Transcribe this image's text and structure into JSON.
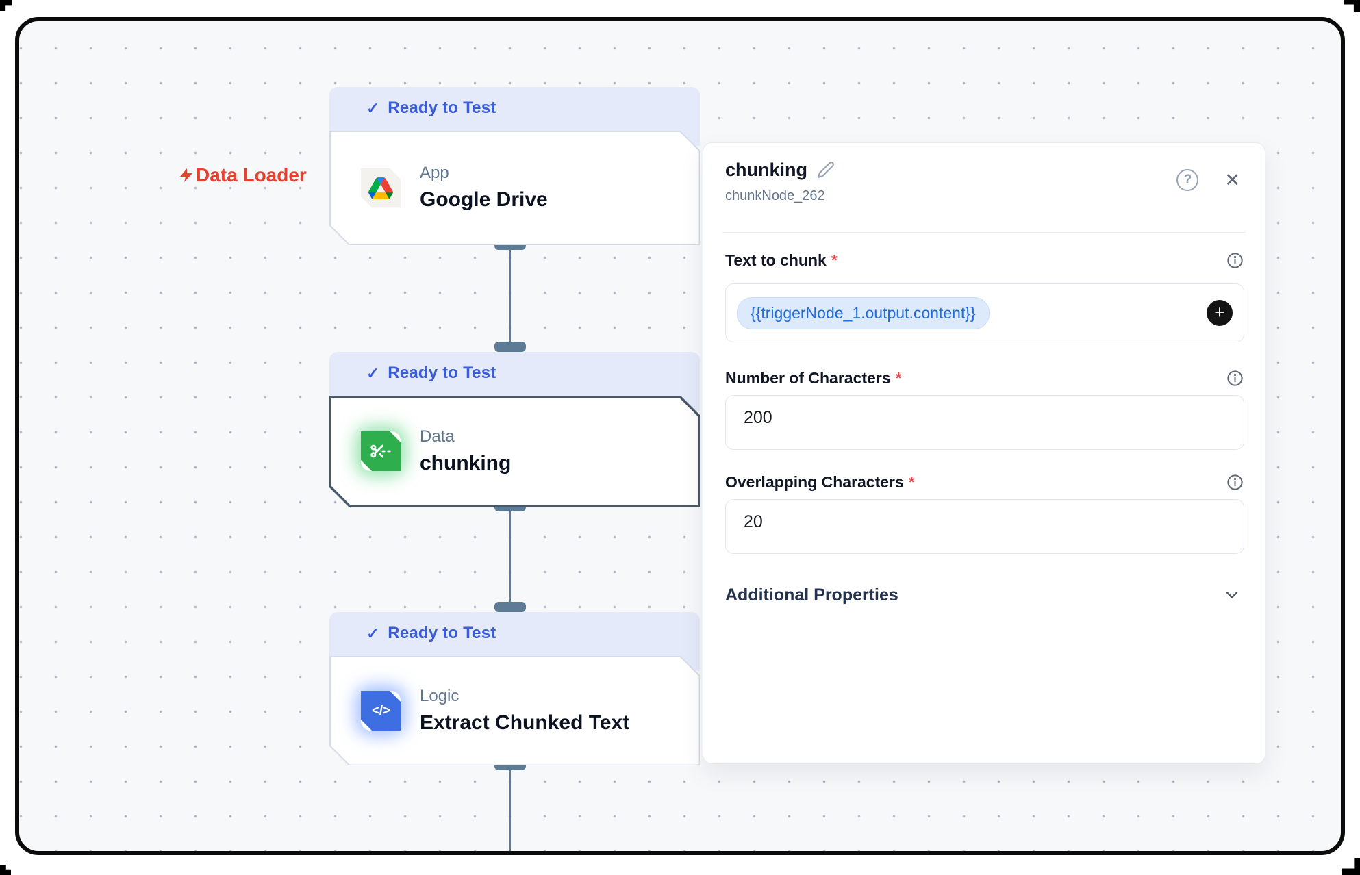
{
  "colors": {
    "accent_blue": "#3a5cd8",
    "badge_bg": "#e5eafa",
    "annotation_red": "#e8402f",
    "node_green": "#2fae4e",
    "node_blue": "#3d6ee2",
    "connector_slate": "#5e7b96",
    "token_text_blue": "#1f6be0",
    "token_bg": "#ddeafc",
    "canvas_bg": "#f7f8fa"
  },
  "icons": {
    "check": "✓",
    "close": "✕",
    "question": "?",
    "plus": "+",
    "code_glyph": "</>"
  },
  "annotation": {
    "label": "Data Loader"
  },
  "nodes": [
    {
      "status": "Ready to Test",
      "category": "App",
      "title": "Google Drive",
      "icon": "google-drive"
    },
    {
      "status": "Ready to Test",
      "category": "Data",
      "title": "chunking",
      "icon": "scissors",
      "selected": true
    },
    {
      "status": "Ready to Test",
      "category": "Logic",
      "title": "Extract Chunked Text",
      "icon": "code"
    }
  ],
  "panel": {
    "title": "chunking",
    "node_id": "chunkNode_262",
    "required_marker": "*",
    "fields": [
      {
        "label": "Text to chunk",
        "token": "{{triggerNode_1.output.content}}"
      },
      {
        "label": "Number of Characters",
        "value": "200"
      },
      {
        "label": "Overlapping Characters",
        "value": "20"
      }
    ],
    "additional_section": {
      "label": "Additional Properties"
    }
  }
}
